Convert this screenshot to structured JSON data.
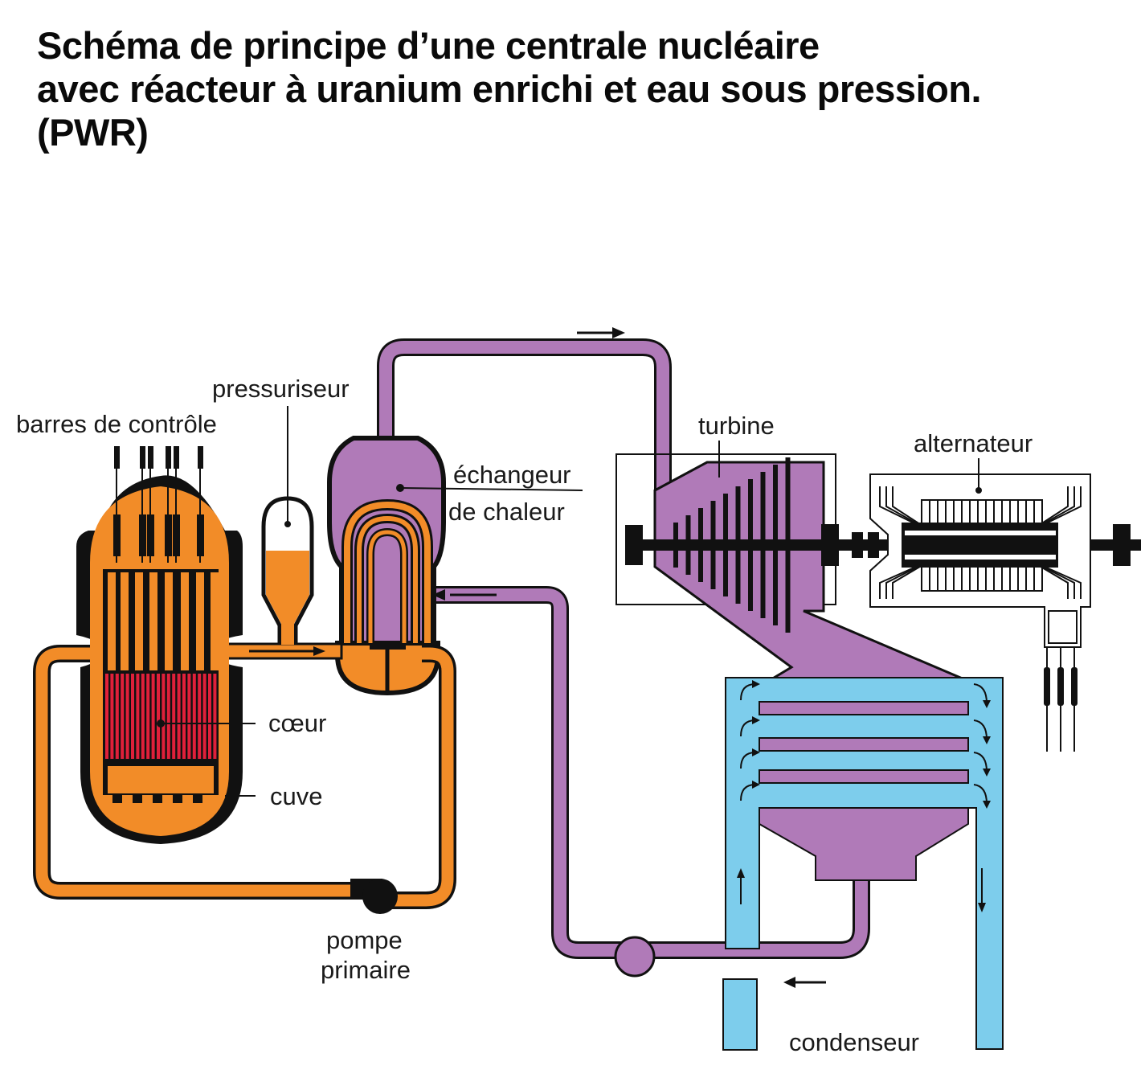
{
  "title": {
    "line1": "Schéma de principe d’une centrale nucléaire",
    "line2": "avec réacteur à uranium enrichi et eau sous pression.",
    "line3": "(PWR)"
  },
  "labels": {
    "control_rods": "barres de contrôle",
    "pressurizer": "pressuriseur",
    "heat_exchanger_1": "échangeur",
    "heat_exchanger_2": "de chaleur",
    "turbine": "turbine",
    "alternator": "alternateur",
    "core": "cœur",
    "vessel": "cuve",
    "primary_pump_1": "pompe",
    "primary_pump_2": "primaire",
    "condenser": "condenseur"
  },
  "colors": {
    "primary_circuit": "#f28c28",
    "core": "#e0203a",
    "secondary_circuit": "#b07ab8",
    "cooling_water": "#7dcdec",
    "outline": "#111111"
  }
}
